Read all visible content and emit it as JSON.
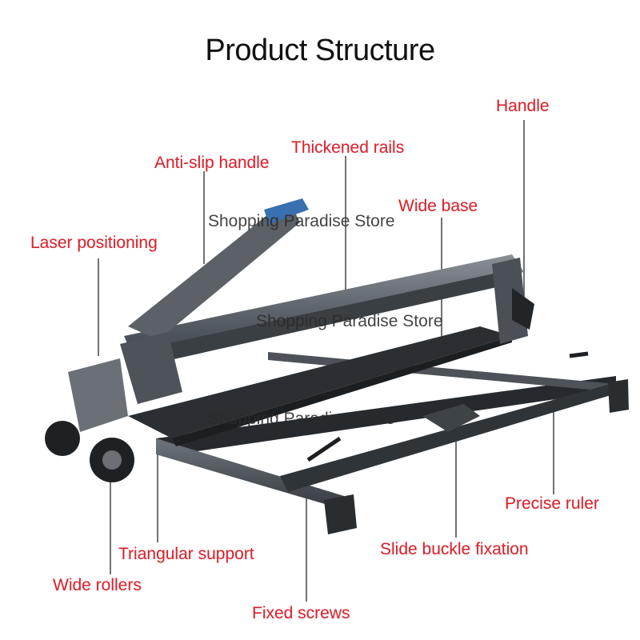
{
  "title": "Product Structure",
  "watermark": "Shopping Paradise Store",
  "colors": {
    "label": "#d9232e",
    "leader": "#444444"
  },
  "labels": {
    "handle": "Handle",
    "thickened_rails": "Thickened rails",
    "anti_slip_handle": "Anti-slip handle",
    "wide_base": "Wide base",
    "laser_positioning": "Laser positioning",
    "precise_ruler": "Precise ruler",
    "triangular_support": "Triangular support",
    "slide_buckle_fixation": "Slide buckle fixation",
    "wide_rollers": "Wide rollers",
    "fixed_screws": "Fixed screws"
  }
}
